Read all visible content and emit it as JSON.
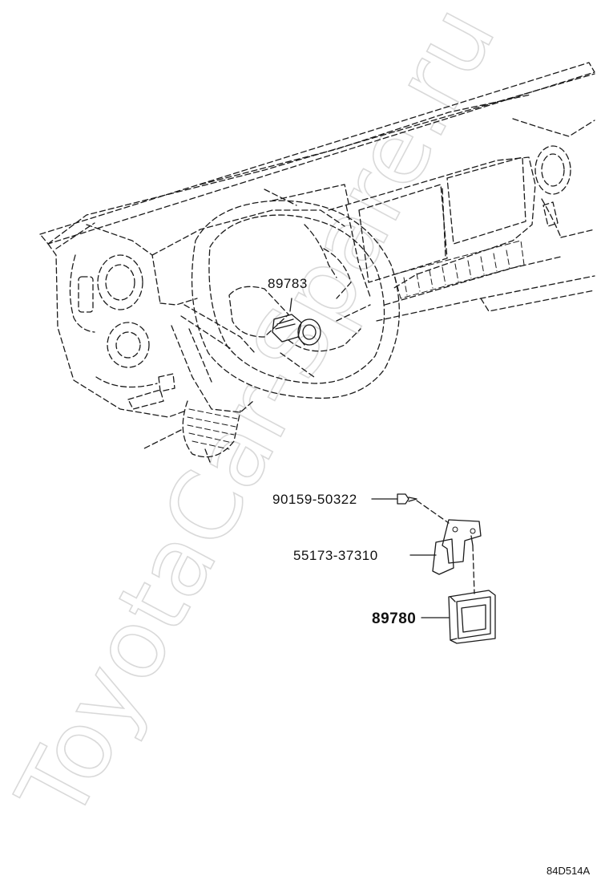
{
  "diagram": {
    "watermark": "ToyotaCar-Spare.ru",
    "diagram_code": "84D514A",
    "parts": [
      {
        "id": "steering-sensor",
        "number": "89783"
      },
      {
        "id": "screw",
        "number": "90159-50322"
      },
      {
        "id": "bracket",
        "number": "55173-37310"
      },
      {
        "id": "control-unit",
        "number": "89780"
      }
    ]
  }
}
